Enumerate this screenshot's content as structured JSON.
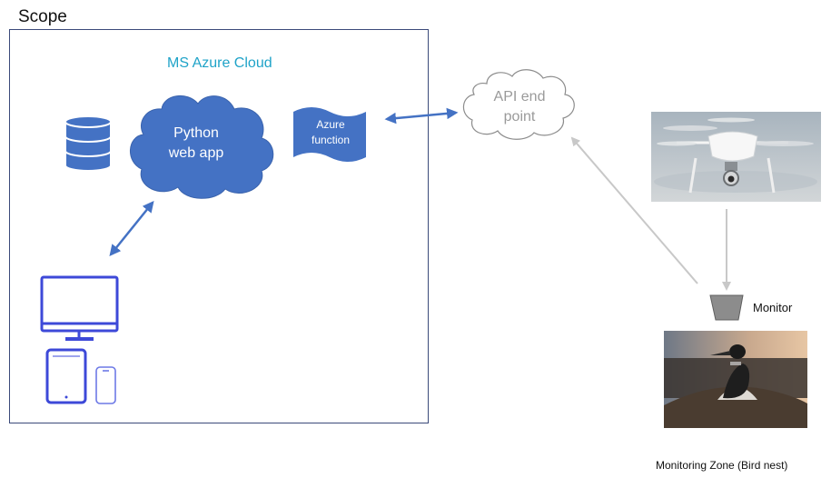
{
  "scope": {
    "title": "Scope"
  },
  "cloud": {
    "title": "MS Azure Cloud"
  },
  "nodes": {
    "python_app": "Python\nweb app",
    "azure_function": "Azure\nfunction",
    "api_endpoint": "API end\npoint",
    "monitor": "Monitor",
    "monitoring_zone": "Monitoring Zone (Bird nest)"
  },
  "colors": {
    "azure_blue": "#4472c4",
    "device_blue": "#3d49d8",
    "title_cyan": "#1fa3c8",
    "arrow_gray": "#c8c8c8",
    "border": "#3b4a7a"
  },
  "icons": [
    "database-icon",
    "desktop-icon",
    "tablet-icon",
    "phone-icon",
    "drone-photo",
    "bird-nest-photo",
    "monitor-funnel-icon"
  ]
}
